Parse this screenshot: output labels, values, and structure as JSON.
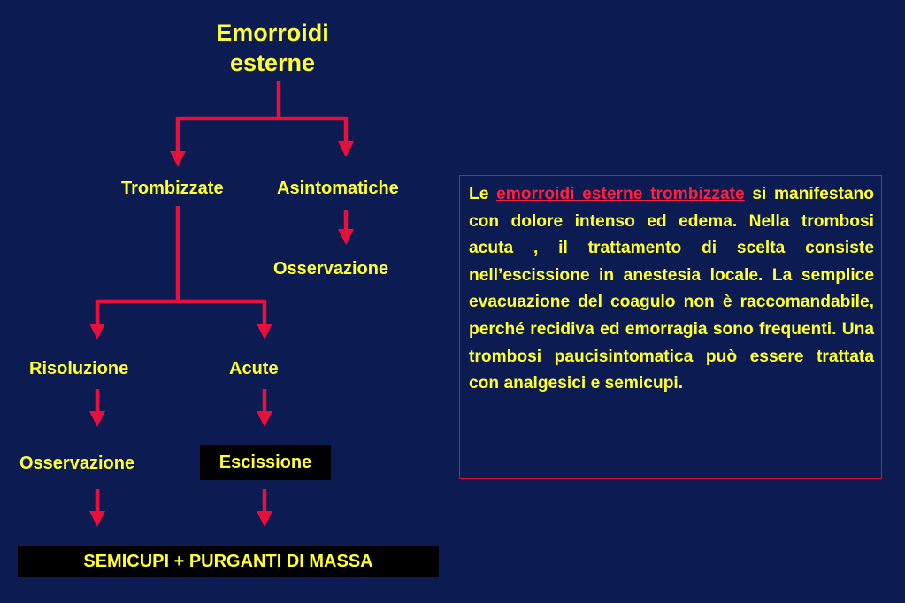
{
  "title": {
    "line1": "Emorroidi",
    "line2": "esterne"
  },
  "nodes": {
    "trombizzate": "Trombizzate",
    "asintomatiche": "Asintomatiche",
    "osservazione_asint": "Osservazione",
    "risoluzione": "Risoluzione",
    "acute": "Acute",
    "osservazione_risol": "Osservazione",
    "escissione": "Escissione",
    "final": "SEMICUPI + PURGANTI DI MASSA"
  },
  "description": {
    "before": "Le ",
    "highlight": "emorroidi esterne  trombizzate",
    "after": " si manifestano con dolore intenso ed edema. Nella trombosi acuta , il trattamento di scelta consiste nell’escissione in  anestesia locale. La semplice evacuazione del coagulo non è raccomandabile, perché recidiva ed emorragia sono frequenti. Una trombosi paucisintomatica può essere trattata con analgesici e semicupi."
  },
  "colors": {
    "background": "#0c1c52",
    "text": "#ffff33",
    "arrows": "#e8103a",
    "highlight": "#ff1f3d",
    "box_fill": "#000000",
    "box_border": "#d8102f"
  }
}
